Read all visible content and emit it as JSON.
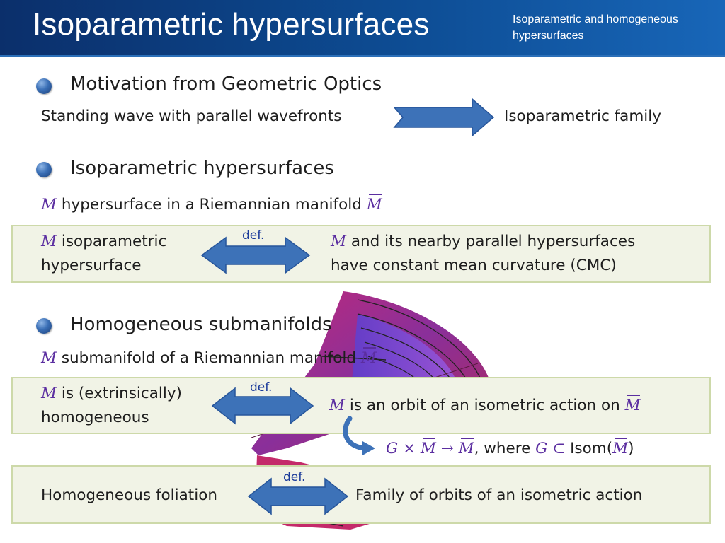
{
  "header": {
    "title": "Isoparametric hypersurfaces",
    "subtitle": "Isoparametric and homogeneous hypersurfaces"
  },
  "colors": {
    "header_start": "#0b2f6b",
    "header_end": "#1866b8",
    "box_fill": "#f1f3e6",
    "box_border": "#cdd9a9",
    "arrow_fill": "#3d72b8",
    "def_text": "#1a3a9a",
    "math_symbol": "#5b2ea0"
  },
  "section1": {
    "heading": "Motivation from Geometric Optics",
    "left_text": "Standing wave with parallel wavefronts",
    "right_text": "Isoparametric family"
  },
  "section2": {
    "heading": "Isoparametric hypersurfaces",
    "m": "M",
    "line_text": "hypersurface in a Riemannian manifold",
    "mbar": "M",
    "def_box": {
      "left_line1": "isoparametric",
      "left_line2": "hypersurface",
      "def_label": "def.",
      "right_line1": "and its nearby parallel hypersurfaces",
      "right_line2": "have constant mean curvature (CMC)"
    }
  },
  "section3": {
    "heading": "Homogeneous submanifolds",
    "line_text": "submanifold of a Riemannian manifold",
    "def_box1": {
      "left_line1": "is (extrinsically)",
      "left_line2": "homogeneous",
      "def_label": "def.",
      "right_text": "is an orbit of an isometric action on"
    },
    "action": {
      "g": "G",
      "times": "×",
      "arrow": "→",
      "where": ", where",
      "subset": "⊂",
      "isom": "Isom("
    },
    "def_box2": {
      "left_text": "Homogeneous foliation",
      "def_label": "def.",
      "right_text": "Family of orbits of an isometric action"
    }
  }
}
